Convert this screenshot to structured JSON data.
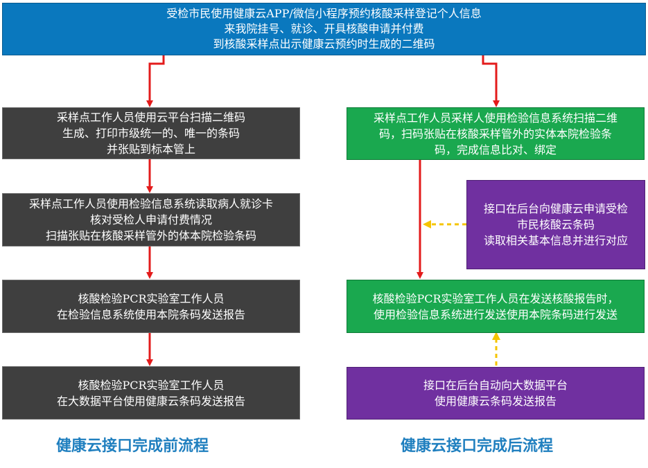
{
  "top": {
    "lines": [
      "受检市民使用健康云APP/微信小程序预约核酸采样登记个人信息",
      "来我院挂号、就诊、开具核酸申请并付费",
      "到核酸采样点出示健康云预约时生成的二维码"
    ]
  },
  "before": {
    "step1": [
      "采样点工作人员使用云平台扫描二维码",
      "生成、打印市级统一的、唯一的条码",
      "并张贴到标本管上"
    ],
    "step2": [
      "采样点工作人员使用检验信息系统读取病人就诊卡",
      "核对受检人申请付费情况",
      "扫描张贴在核酸采样管外的体本院检验条码"
    ],
    "step3": [
      "核酸检验PCR实验室工作人员",
      "在检验信息系统使用本院条码发送报告"
    ],
    "step4": [
      "核酸检验PCR实验室工作人员",
      "在大数据平台使用健康云条码发送报告"
    ],
    "caption": "健康云接口完成前流程"
  },
  "after": {
    "step1": [
      "采样点工作人员采样人使用检验信息系统扫描二维",
      "码，扫码张贴在核酸采样管外的实体本院检验条",
      "码，完成信息比对、绑定"
    ],
    "interface1": [
      "接口在后台向健康云申请受检",
      "市民核酸云条码",
      "读取相关基本信息并进行对应"
    ],
    "step2": [
      "核酸检验PCR实验室工作人员在发送核酸报告时，",
      "使用检验信息系统进行发送使用本院条码进行发送"
    ],
    "interface2": [
      "接口在后台自动向大数据平台",
      "使用健康云条码发送报告"
    ],
    "caption": "健康云接口完成后流程"
  },
  "colors": {
    "top": "#0A78BE",
    "before_steps": "#3F3F3F",
    "after_steps": "#1AA84F",
    "interface": "#7030A0",
    "arrow_solid": "#E31B1B",
    "arrow_dashed": "#F5C400",
    "caption": "#1F7FBF"
  }
}
